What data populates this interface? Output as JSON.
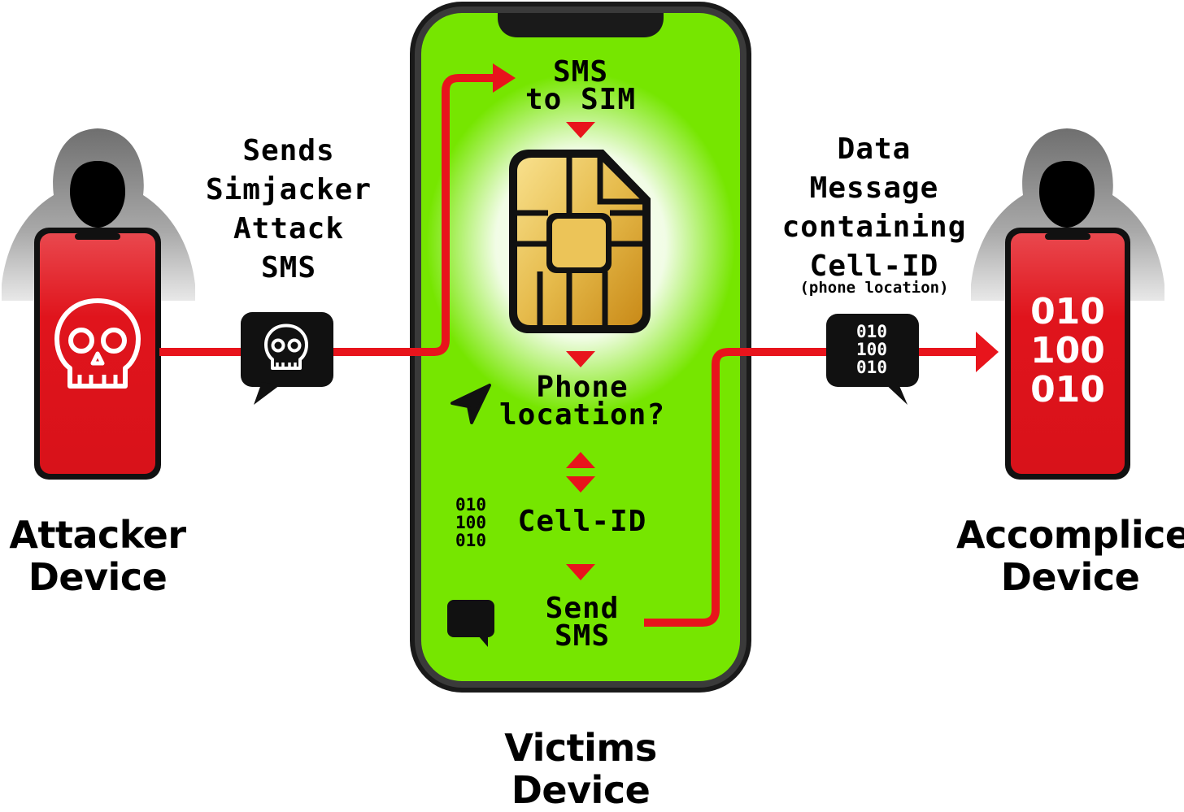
{
  "labels": {
    "attacker_line1": "Attacker",
    "attacker_line2": "Device",
    "victim_line1": "Victims",
    "victim_line2": "Device",
    "accomplice_line1": "Accomplice",
    "accomplice_line2": "Device"
  },
  "left_message": {
    "lines": [
      "Sends",
      "Simjacker",
      "Attack",
      "SMS"
    ]
  },
  "right_message": {
    "lines": [
      "Data",
      "Message",
      "containing",
      "Cell-ID"
    ],
    "note": "(phone location)"
  },
  "victim_screen": {
    "step1_line1": "SMS",
    "step1_line2": "to SIM",
    "step2_line1": "Phone",
    "step2_line2": "location?",
    "step3": "Cell-ID",
    "step4_line1": "Send",
    "step4_line2": "SMS",
    "binary": [
      "010",
      "100",
      "010"
    ]
  },
  "data_bubble_binary": [
    "010",
    "100",
    "010"
  ],
  "accomplice_screen_binary": [
    "010",
    "100",
    "010"
  ],
  "icons": [
    "hooded-figure-icon",
    "skull-icon",
    "sim-card-icon",
    "location-arrow-icon",
    "chat-bubble-icon"
  ],
  "colors": {
    "accent_red": "#e8141c",
    "screen_green": "#76e600",
    "phone_body": "#1a1a1a",
    "sim_gold": "#e9c45a",
    "hood_gray": "#8a8a8a"
  }
}
